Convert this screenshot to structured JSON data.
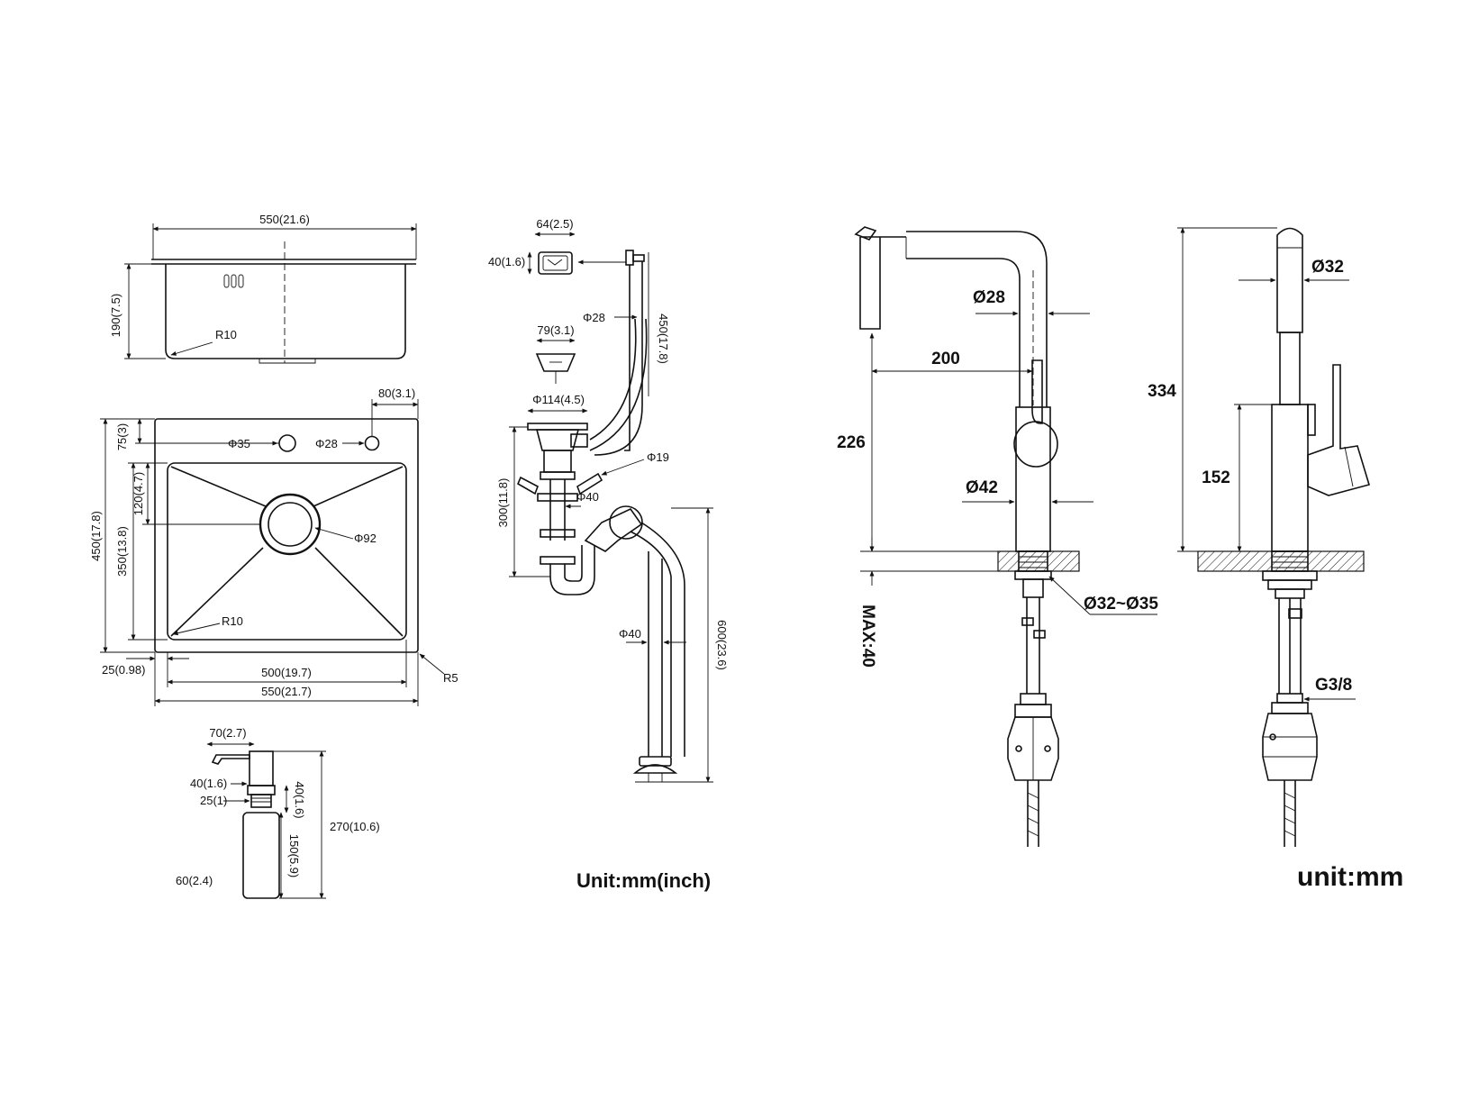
{
  "sink_front": {
    "width": "550(21.6)",
    "depth": "190(7.5)",
    "radius": "R10"
  },
  "sink_top": {
    "offset_right": "80(3.1)",
    "hole_large": "Φ35",
    "hole_small": "Φ28",
    "offset_top": "75(3)",
    "drain_offset": "120(4.7)",
    "inner_length": "350(13.8)",
    "outer_length": "450(17.8)",
    "drain": "Φ92",
    "radius": "R10",
    "flange": "25(0.98)",
    "inner_width": "500(19.7)",
    "outer_width": "550(21.7)",
    "corner_radius": "R5"
  },
  "soap_dispenser": {
    "spout": "70(2.7)",
    "cap": "40(1.6)",
    "thread": "25(1)",
    "neck": "40(1.6)",
    "bottle": "150(5.9)",
    "total": "270(10.6)",
    "diameter": "60(2.4)"
  },
  "drain_kit": {
    "overflow_width": "64(2.5)",
    "overflow_height": "40(1.6)",
    "overflow_hose": "Φ28",
    "overflow_length": "450(17.8)",
    "strainer_width": "79(3.1)",
    "strainer_flange": "Φ114(4.5)",
    "side_inlet": "Φ19",
    "trap_pipe": "Φ40",
    "trap_height": "300(11.8)",
    "outlet_hose": "Φ40",
    "outlet_length": "600(23.6)",
    "unit_label": "Unit:mm(inch)"
  },
  "faucet_side": {
    "spout_tube": "Ø28",
    "reach": "200",
    "height": "226",
    "body": "Ø42",
    "deck_max": "MAX:40",
    "hole_range": "Ø32~Ø35"
  },
  "faucet_front": {
    "head": "Ø32",
    "total_height": "334",
    "body_height": "152",
    "connector": "G3/8",
    "unit_label": "unit:mm"
  }
}
